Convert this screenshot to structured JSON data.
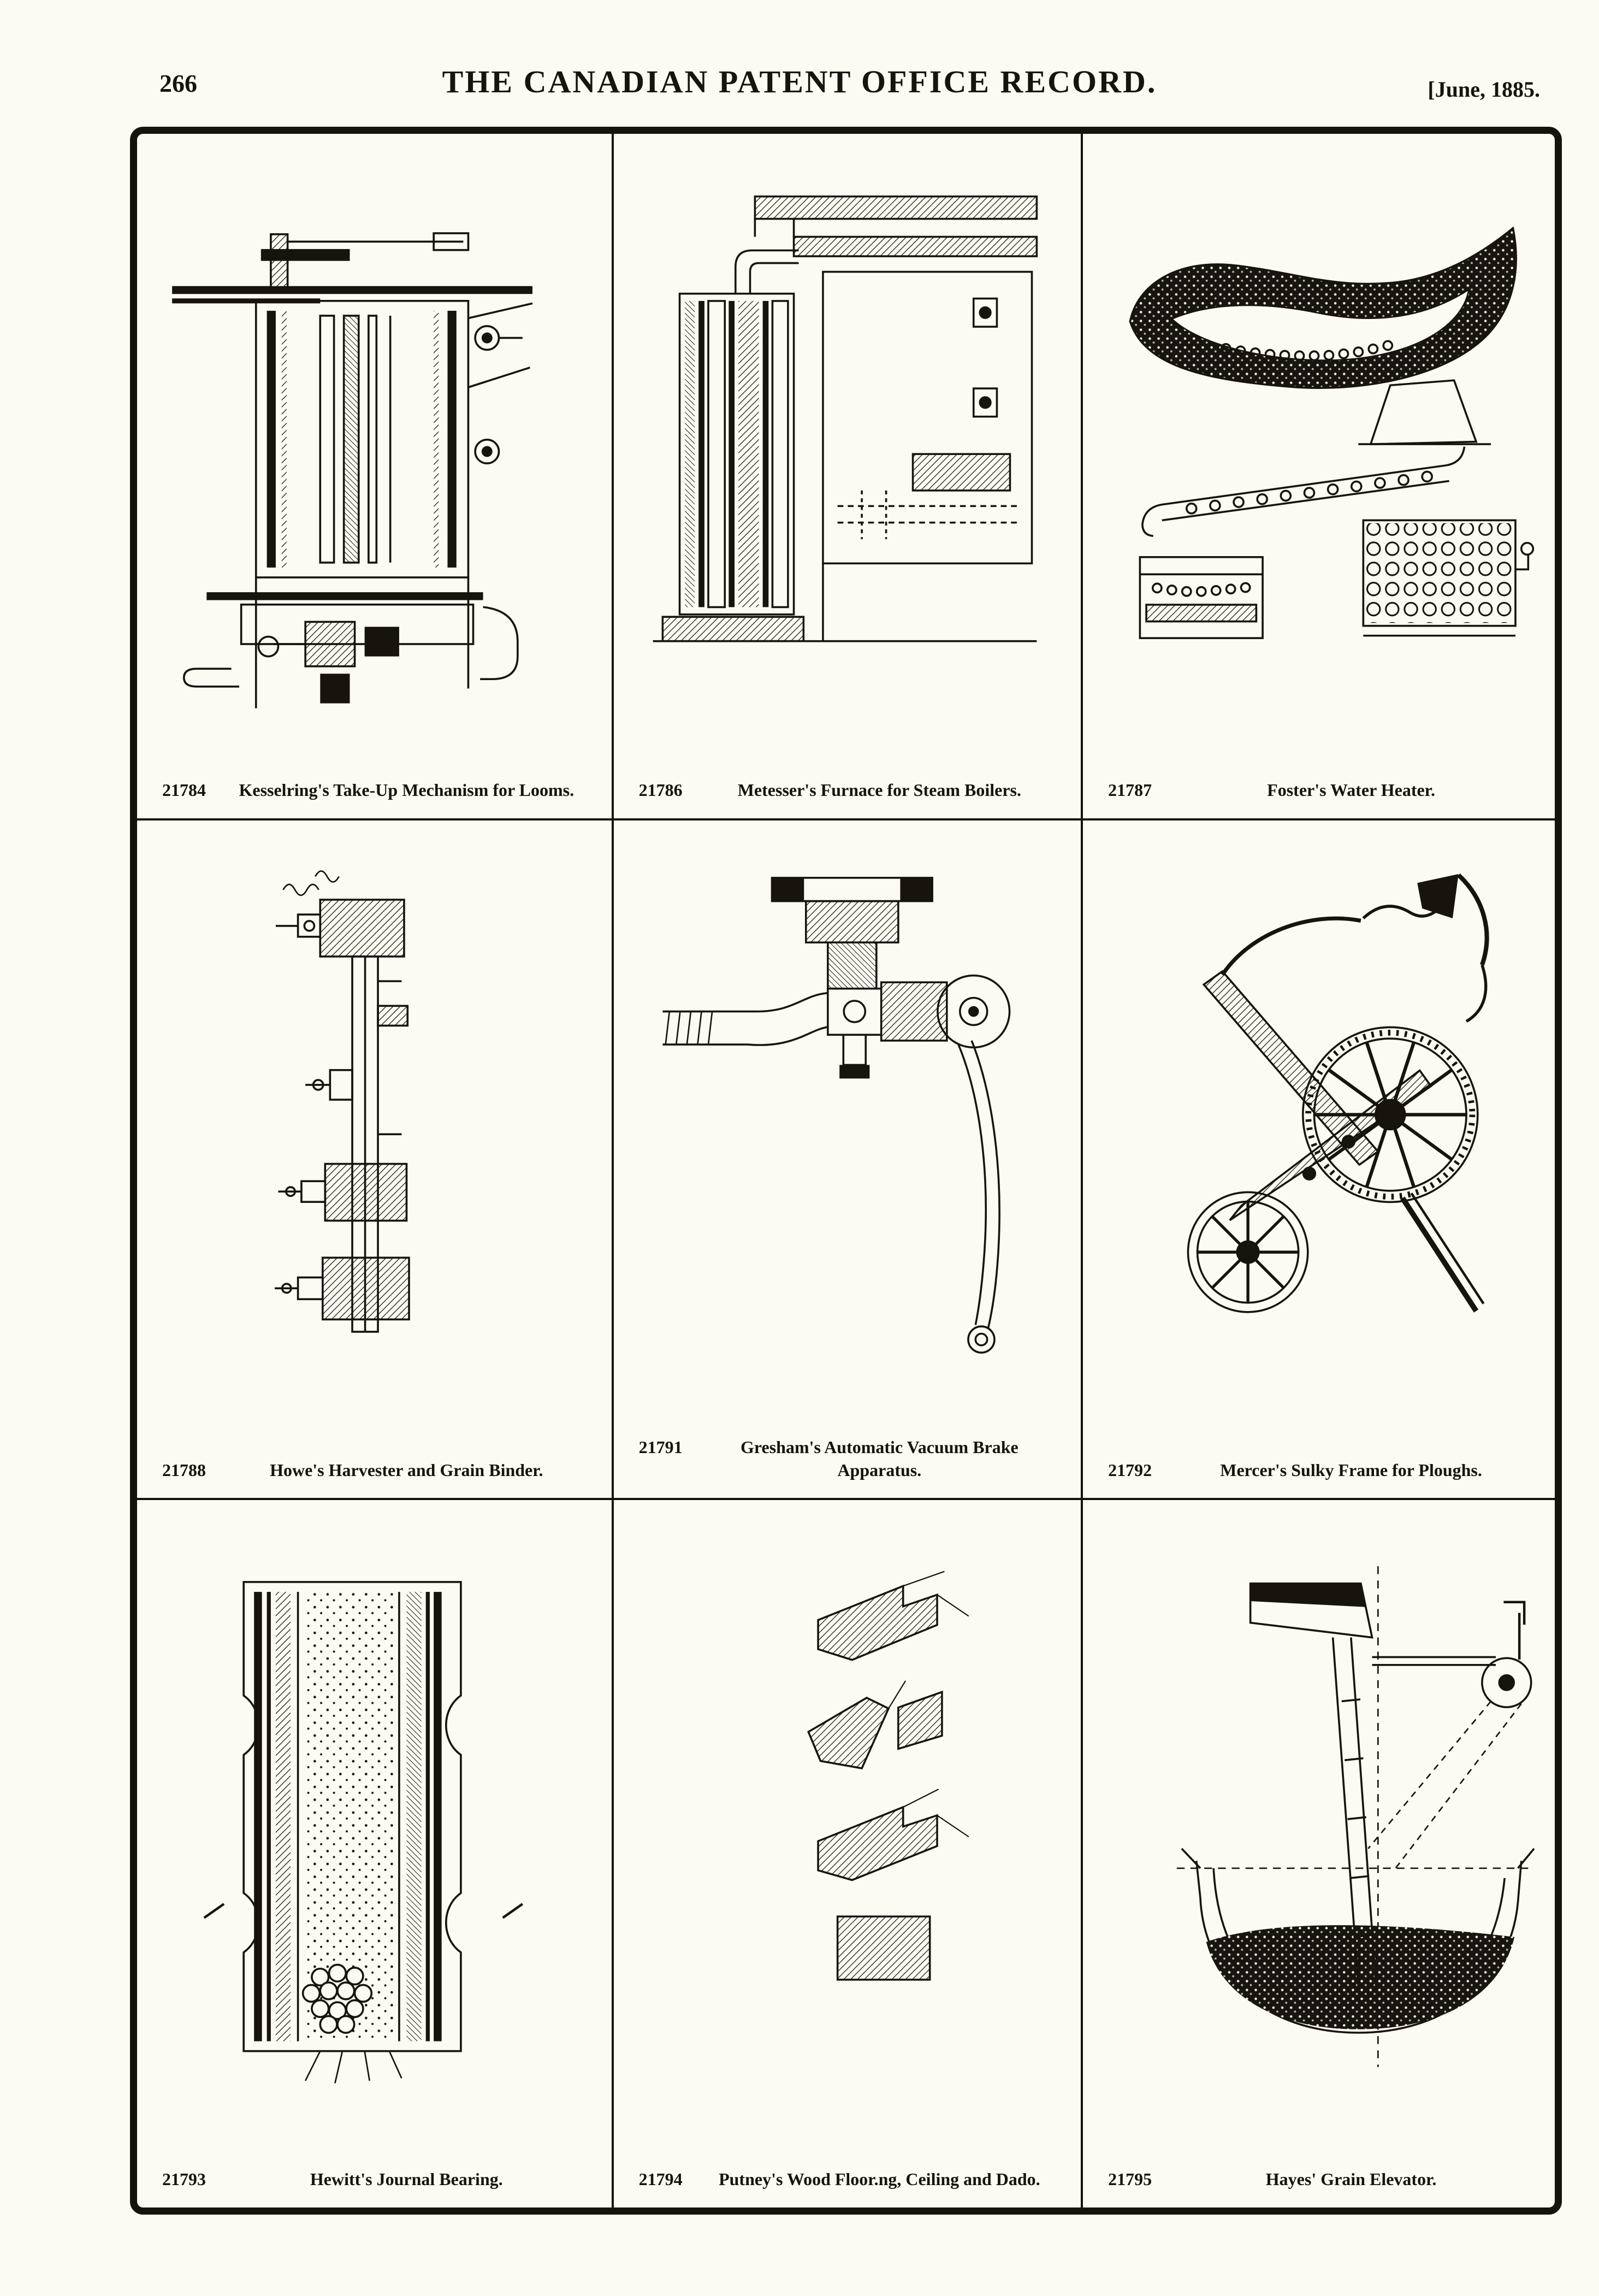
{
  "page": {
    "number": "266",
    "title": "THE CANADIAN PATENT OFFICE RECORD.",
    "issue": "[June, 1885."
  },
  "figures": [
    {
      "number": "21784",
      "caption": "Kesselring's Take-Up Mechanism for Looms.",
      "illustration": "loom-take-up-mechanism-drawing"
    },
    {
      "number": "21786",
      "caption": "Metesser's Furnace for Steam Boilers.",
      "illustration": "steam-boiler-furnace-drawing"
    },
    {
      "number": "21787",
      "caption": "Foster's Water Heater.",
      "illustration": "water-heater-drawing"
    },
    {
      "number": "21788",
      "caption": "Howe's Harvester and Grain Binder.",
      "illustration": "harvester-grain-binder-drawing"
    },
    {
      "number": "21791",
      "caption": "Gresham's Automatic Vacuum Brake Apparatus.",
      "illustration": "vacuum-brake-apparatus-drawing"
    },
    {
      "number": "21792",
      "caption": "Mercer's Sulky Frame for Ploughs.",
      "illustration": "sulky-frame-ploughs-drawing"
    },
    {
      "number": "21793",
      "caption": "Hewitt's Journal Bearing.",
      "illustration": "journal-bearing-drawing"
    },
    {
      "number": "21794",
      "caption": "Putney's Wood Floor.ng, Ceiling and Dado.",
      "illustration": "wood-flooring-profiles-drawing"
    },
    {
      "number": "21795",
      "caption": "Hayes' Grain Elevator.",
      "illustration": "grain-elevator-drawing"
    }
  ]
}
